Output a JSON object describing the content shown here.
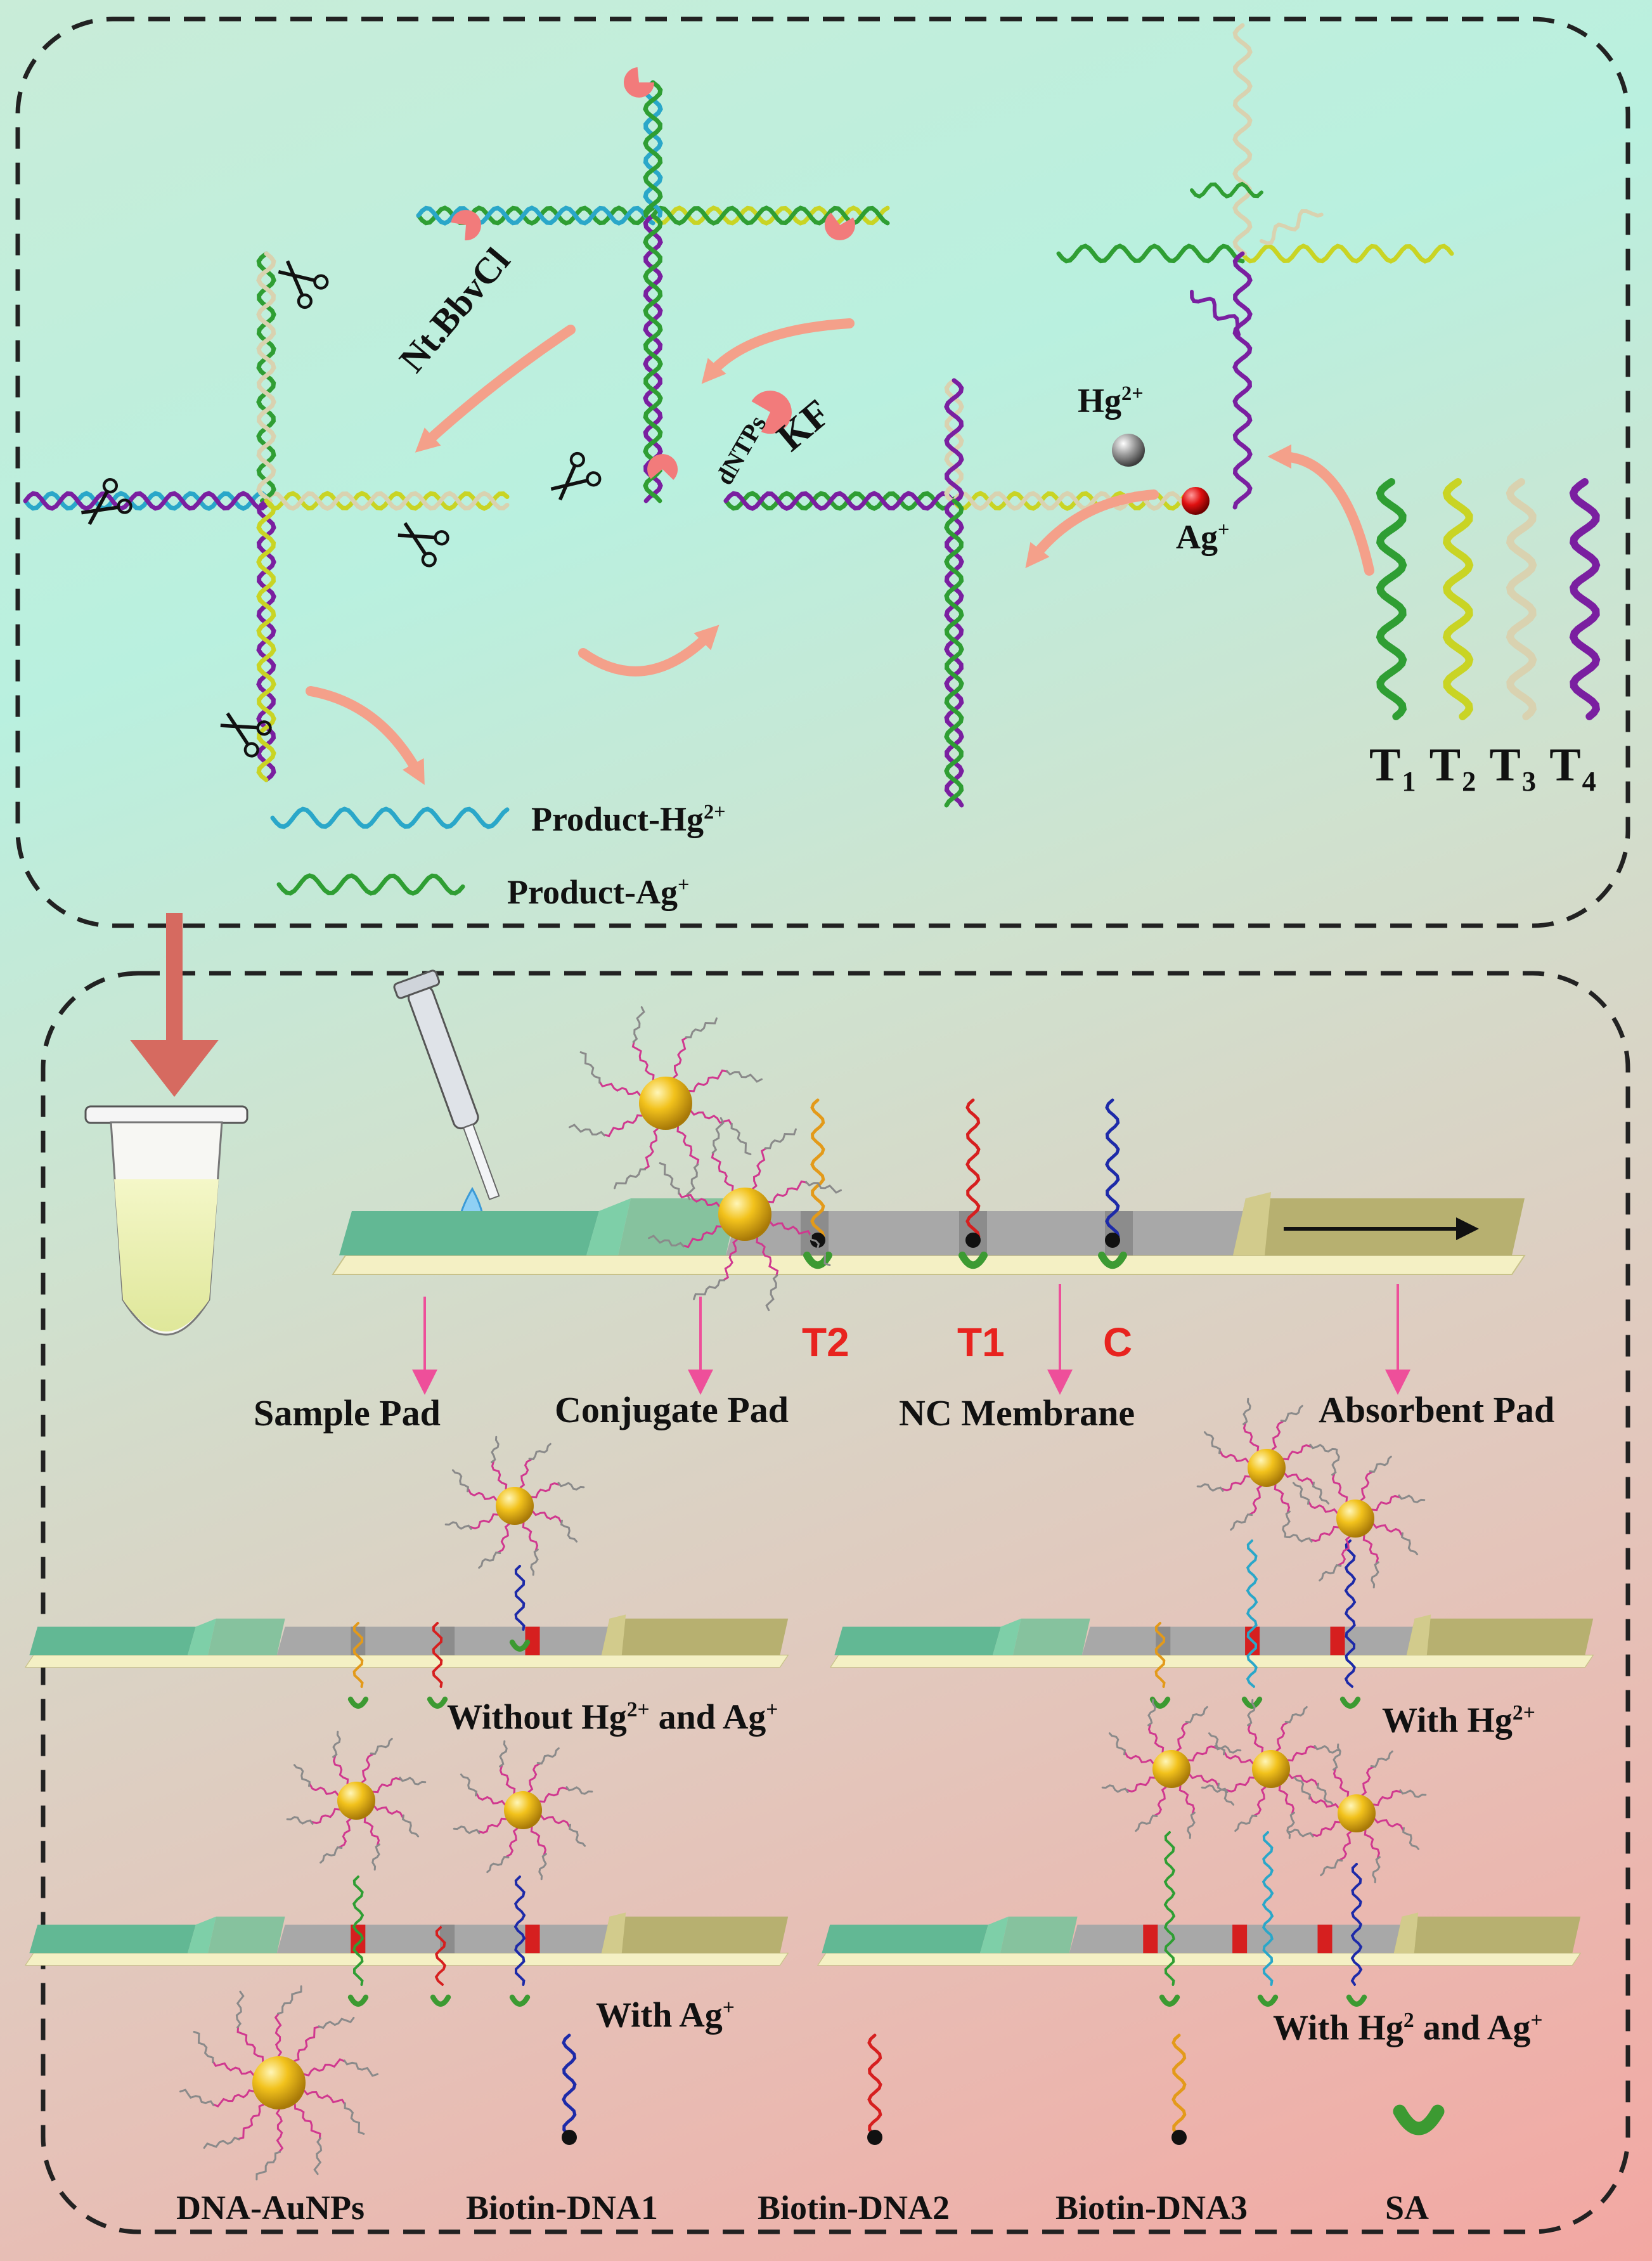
{
  "top": {
    "enzyme_label": "Nt.BbvCl",
    "kf_label": "KF",
    "dntps_label": "dNTPs",
    "hg_label": "Hg",
    "hg_charge": "2+",
    "ag_label": "Ag",
    "ag_charge": "+",
    "templates": [
      {
        "T": "T",
        "n": "1"
      },
      {
        "T": "T",
        "n": "2"
      },
      {
        "T": "T",
        "n": "3"
      },
      {
        "T": "T",
        "n": "4"
      }
    ],
    "product_hg_prefix": "Product-Hg",
    "product_hg_charge": "2+",
    "product_ag_prefix": "Product-Ag",
    "product_ag_charge": "+"
  },
  "strip": {
    "line_t2": "T2",
    "line_t1": "T1",
    "line_c": "C",
    "sample_pad": "Sample Pad",
    "conjugate_pad": "Conjugate Pad",
    "nc_membrane": "NC Membrane",
    "absorbent_pad": "Absorbent Pad"
  },
  "results": {
    "without_pre": "Without Hg",
    "without_charge": "2+",
    "without_post": " and Ag",
    "without_charge2": "+",
    "with_hg_pre": "With Hg",
    "with_hg_charge": "2+",
    "with_ag_pre": "With Ag",
    "with_ag_charge": "+",
    "with_both_pre": "With Hg",
    "with_both_charge": "2",
    "with_both_post": " and Ag",
    "with_both_charge2": "+"
  },
  "legend": [
    "DNA-AuNPs",
    "Biotin-DNA1",
    "Biotin-DNA2",
    "Biotin-DNA3",
    "SA"
  ],
  "colors": {
    "green_strand": "#2f9e33",
    "yellow_strand": "#c9d424",
    "beige_strand": "#d9d2b0",
    "purple_strand": "#7a1fa0",
    "cyan_strand": "#2aa7c9",
    "red_dna": "#d61f1f",
    "blue_dna": "#1d2aa8",
    "orange_dna": "#e39a1a",
    "pink_linker": "#d0388f",
    "gold": "#f2c21c",
    "arrow_salmon": "#f4a08a",
    "pink_arrow": "#ee4f9a",
    "sa_green": "#3c9a32"
  }
}
